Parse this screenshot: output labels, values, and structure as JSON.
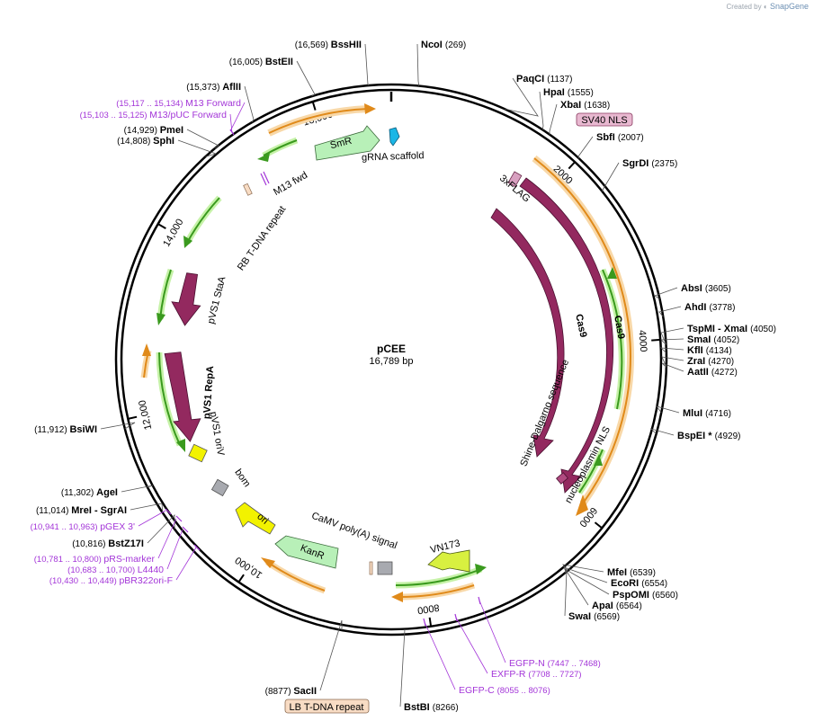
{
  "credit": {
    "prefix": "Created by",
    "brand": "SnapGene"
  },
  "plasmid": {
    "name": "pCEE",
    "size": "16,789 bp",
    "length": 16789
  },
  "ruler": [
    {
      "bp": 2000,
      "label": "2000"
    },
    {
      "bp": 4000,
      "label": "4000"
    },
    {
      "bp": 6000,
      "label": "6000"
    },
    {
      "bp": 8000,
      "label": "8000"
    },
    {
      "bp": 10000,
      "label": "10,000"
    },
    {
      "bp": 12000,
      "label": "12,000"
    },
    {
      "bp": 14000,
      "label": "14,000"
    },
    {
      "bp": 16000,
      "label": "16,000"
    }
  ],
  "enzymes": [
    {
      "name": "NcoI",
      "pos": "(269)",
      "bp": 269
    },
    {
      "name": "PaqCI",
      "pos": "(1137)",
      "bp": 1137
    },
    {
      "name": "HpaI",
      "pos": "(1555)",
      "bp": 1555
    },
    {
      "name": "XbaI",
      "pos": "(1638)",
      "bp": 1638
    },
    {
      "name": "SbfI",
      "pos": "(2007)",
      "bp": 2007
    },
    {
      "name": "SgrDI",
      "pos": "(2375)",
      "bp": 2375
    },
    {
      "name": "AbsI",
      "pos": "(3605)",
      "bp": 3605
    },
    {
      "name": "AhdI",
      "pos": "(3778)",
      "bp": 3778
    },
    {
      "name": "TspMI  - XmaI",
      "pos": "(4050)",
      "bp": 4050
    },
    {
      "name": "SmaI",
      "pos": "(4052)",
      "bp": 4052
    },
    {
      "name": "KflI",
      "pos": "(4134)",
      "bp": 4134
    },
    {
      "name": "ZraI",
      "pos": "(4270)",
      "bp": 4270
    },
    {
      "name": "AatII",
      "pos": "(4272)",
      "bp": 4272
    },
    {
      "name": "MluI",
      "pos": "(4716)",
      "bp": 4716
    },
    {
      "name": "BspEI *",
      "pos": "(4929)",
      "bp": 4929
    },
    {
      "name": "MfeI",
      "pos": "(6539)",
      "bp": 6539
    },
    {
      "name": "EcoRI",
      "pos": "(6554)",
      "bp": 6554
    },
    {
      "name": "PspOMI",
      "pos": "(6560)",
      "bp": 6560
    },
    {
      "name": "ApaI",
      "pos": "(6564)",
      "bp": 6564
    },
    {
      "name": "SwaI",
      "pos": "(6569)",
      "bp": 6569
    },
    {
      "name": "BstBI",
      "pos": "(8266)",
      "bp": 8266
    },
    {
      "name": "SacII",
      "pos": "(8877)",
      "bp": 8877
    },
    {
      "name": "AgeI",
      "pos": "(11,302)",
      "bp": 11302
    },
    {
      "name": "MreI   - SgrAI",
      "pos": "(11,014)",
      "bp": 11014
    },
    {
      "name": "BstZ17I",
      "pos": "(10,816)",
      "bp": 10816
    },
    {
      "name": "BsiWI",
      "pos": "(11,912)",
      "bp": 11912
    },
    {
      "name": "SphI",
      "pos": "(14,808)",
      "bp": 14808
    },
    {
      "name": "PmeI",
      "pos": "(14,929)",
      "bp": 14929
    },
    {
      "name": "AflII",
      "pos": "(15,373)",
      "bp": 15373
    },
    {
      "name": "BstEII",
      "pos": "(16,005)",
      "bp": 16005
    },
    {
      "name": "BssHII",
      "pos": "(16,569)",
      "bp": 16569
    }
  ],
  "primers": [
    {
      "name": "M13 Forward",
      "pos": "(15,117 .. 15,134)"
    },
    {
      "name": "M13/pUC Forward",
      "pos": "(15,103 .. 15,125)"
    },
    {
      "name": "pGEX 3'",
      "pos": "(10,941 .. 10,963)"
    },
    {
      "name": "pRS-marker",
      "pos": "(10,781 .. 10,800)"
    },
    {
      "name": "L4440",
      "pos": "(10,683 .. 10,700)"
    },
    {
      "name": "pBR322ori-F",
      "pos": "(10,430 .. 10,449)"
    },
    {
      "name": "EGFP-N",
      "pos": "(7447 .. 7468)"
    },
    {
      "name": "EXFP-R",
      "pos": "(7708 .. 7727)"
    },
    {
      "name": "EGFP-C",
      "pos": "(8055 .. 8076)"
    }
  ],
  "boxed_features": [
    {
      "name": "SV40 NLS",
      "fill": "#e8b8d0",
      "stroke": "#8a3a60"
    },
    {
      "name": "LB T-DNA repeat",
      "fill": "#f8dcc4",
      "stroke": "#8a6a50"
    }
  ],
  "features": [
    {
      "name": "SmR",
      "type": "resistance",
      "color": "#b8f0b8"
    },
    {
      "name": "gRNA scaffold",
      "type": "misc",
      "color": "#1ab6e6"
    },
    {
      "name": "M13 fwd",
      "type": "primer_bind"
    },
    {
      "name": "RB T-DNA repeat",
      "type": "repeat"
    },
    {
      "name": "3xFLAG",
      "type": "tag"
    },
    {
      "name": "Cas9",
      "type": "cds",
      "color": "#93295f"
    },
    {
      "name": "Cas9",
      "type": "cds",
      "color": "#93295f"
    },
    {
      "name": "Shine-Dalgarno sequence",
      "type": "rbs"
    },
    {
      "name": "nucleoplasmin NLS",
      "type": "nls"
    },
    {
      "name": "VN173",
      "type": "cds",
      "color": "#d8f040"
    },
    {
      "name": "CaMV poly(A) signal",
      "type": "terminator"
    },
    {
      "name": "KanR",
      "type": "resistance",
      "color": "#b8f0b8"
    },
    {
      "name": "ori",
      "type": "origin",
      "color": "#f2f200"
    },
    {
      "name": "bom",
      "type": "misc"
    },
    {
      "name": "pVS1 oriV",
      "type": "origin"
    },
    {
      "name": "pVS1 RepA",
      "type": "cds",
      "color": "#93295f"
    },
    {
      "name": "pVS1 StaA",
      "type": "cds",
      "color": "#93295f"
    }
  ]
}
